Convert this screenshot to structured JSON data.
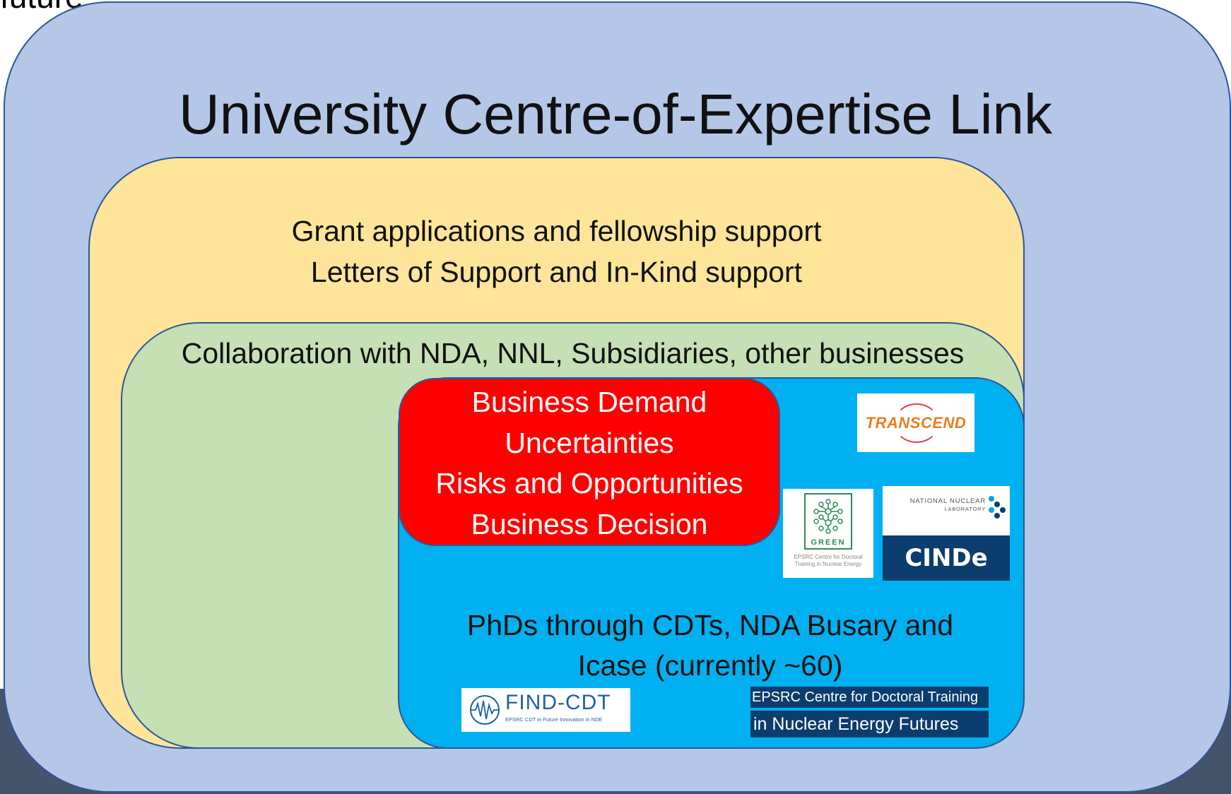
{
  "header_fragment": "future",
  "outer": {
    "title": "University Centre-of-Expertise Link"
  },
  "grant": {
    "line1": "Grant applications and fellowship support",
    "line2": "Letters of Support and In-Kind support"
  },
  "collaboration": {
    "label": "Collaboration with NDA, NNL, Subsidiaries, other businesses"
  },
  "business": {
    "line1": "Business Demand",
    "line2": "Uncertainties",
    "line3": "Risks and Opportunities",
    "line4": "Business Decision"
  },
  "phd": {
    "line1": "PhDs through CDTs, NDA Busary and",
    "line2": "Icase (currently ~60)"
  },
  "logos": {
    "transcend": "TRANSCEND",
    "green_word": "GREEN",
    "green_caption": "EPSRC Centre for Doctoral Training in Nuclear Energy",
    "nnl_line1": "NATIONAL NUCLEAR",
    "nnl_line2": "LABORATORY",
    "cinde": "CINDe",
    "find": "FIND-CDT",
    "find_sub": "EPSRC CDT in Future Innovation in NDE",
    "epsrc_line1": "EPSRC Centre for Doctoral Training",
    "epsrc_line2": "in Nuclear Energy Futures"
  },
  "colors": {
    "outer": "#b4c7e7",
    "yellow": "#fee599",
    "green": "#c5e0b4",
    "blue": "#00b0f0",
    "red": "#ff0000",
    "border": "#2f5597",
    "band": "#44546a"
  }
}
